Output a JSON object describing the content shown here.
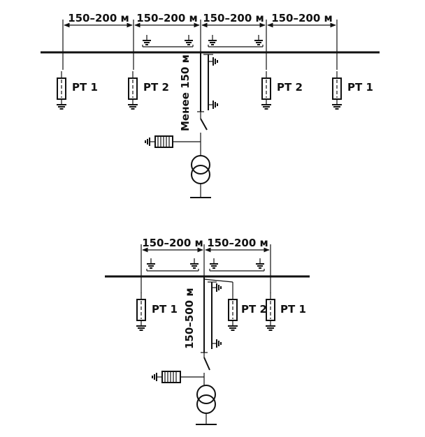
{
  "diagram_top": {
    "spans": [
      "150–200 м",
      "150–200 м",
      "150–200 м",
      "150–200 м"
    ],
    "arresters": [
      "РТ 1",
      "РТ 2",
      "РТ 2",
      "РТ 1"
    ],
    "cable_distance": "Менее 150 м"
  },
  "diagram_bottom": {
    "spans": [
      "150–200 м",
      "150–200 м"
    ],
    "arresters": [
      "РТ 1",
      "РТ 2",
      "РТ 1"
    ],
    "cable_distance": "150–500 м"
  },
  "colors": {
    "ink": "#111111",
    "background": "#ffffff"
  }
}
